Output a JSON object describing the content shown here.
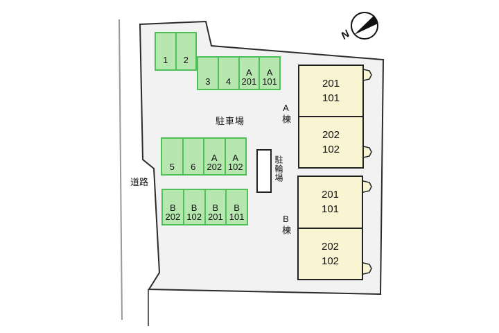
{
  "site": {
    "parking_lot_label": "駐車場",
    "bicycle_parking_label": "駐輪場",
    "road_label": "道路",
    "compass_label": "N"
  },
  "parking_rows": [
    {
      "stalls": [
        "1",
        "2"
      ]
    },
    {
      "stalls": [
        "3",
        "4",
        "A\n201",
        "A\n101"
      ]
    },
    {
      "stalls": [
        "5",
        "6",
        "A\n202",
        "A\n102"
      ]
    },
    {
      "stalls": [
        "B\n202",
        "B\n102",
        "B\n201",
        "B\n101"
      ]
    }
  ],
  "buildings": [
    {
      "name": "A棟",
      "units": [
        "201\n101",
        "202\n102"
      ]
    },
    {
      "name": "B棟",
      "units": [
        "201\n101",
        "202\n102"
      ]
    }
  ],
  "colors": {
    "stall_fill": "#b6e7af",
    "stall_border": "#4fbf57",
    "building_fill": "#f9f5d2",
    "site_fill": "#f2f2f2",
    "outline": "#2b2b2b"
  }
}
